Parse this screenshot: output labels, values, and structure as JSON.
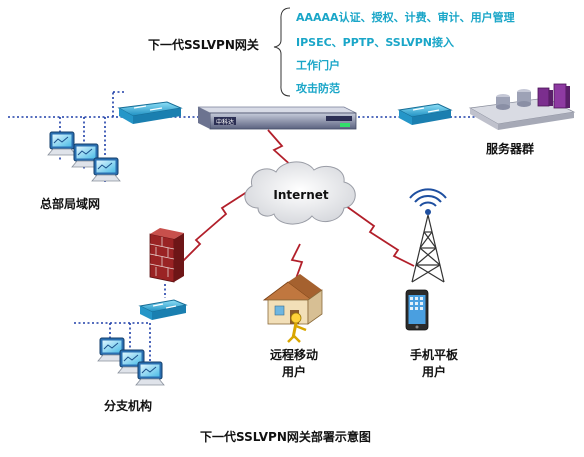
{
  "diagram": {
    "gateway_title": "下一代SSLVPN网关",
    "features": [
      "AAAAA认证、授权、计费、审计、用户管理",
      "IPSEC、PPTP、SSLVPN接入",
      "工作门户",
      "攻击防范"
    ],
    "device_label": "中科达",
    "internet_label": "Internet",
    "hq_lan_label": "总部局域网",
    "server_group_label": "服务器群",
    "branch_label": "分支机构",
    "remote_user_label_1": "远程移动",
    "remote_user_label_2": "用户",
    "mobile_user_label_1": "手机平板",
    "mobile_user_label_2": "用户",
    "caption": "下一代SSLVPN网关部署示意图"
  },
  "colors": {
    "feature_text": "#1aa6c8",
    "dotted_line": "#1e3fa8",
    "lightning": "#b21f2a",
    "switch": "#3ab0d8"
  }
}
